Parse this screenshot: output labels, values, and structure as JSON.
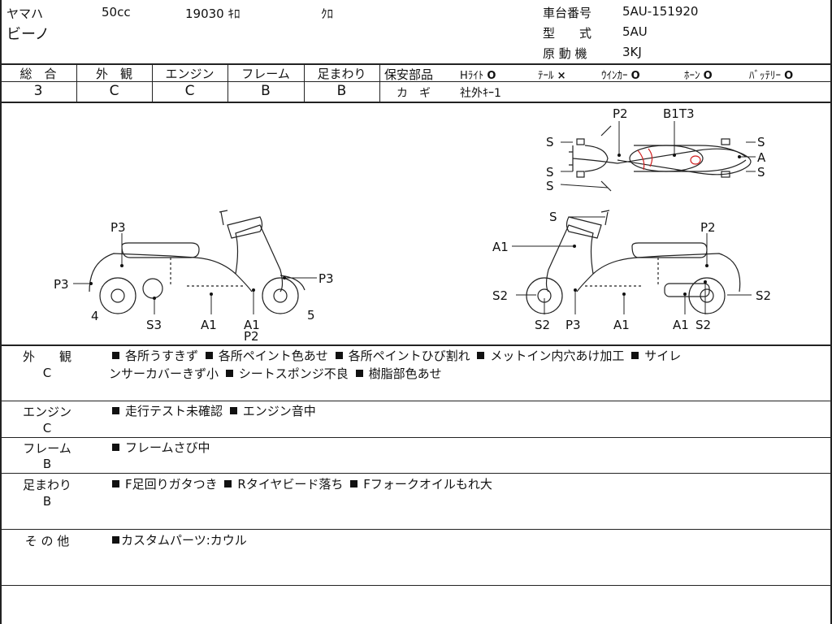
{
  "header": {
    "maker": "ヤマハ",
    "cc": "50cc",
    "mileage": "19030 ｷﾛ",
    "color": "ｸﾛ",
    "model": "ビーノ",
    "frame_no_label": "車台番号",
    "frame_no": "5AU-151920",
    "type_label": "型　　式",
    "type": "5AU",
    "engine_label": "原 動 機",
    "engine": "3KJ"
  },
  "grades": [
    {
      "label": "総　合",
      "value": "3"
    },
    {
      "label": "外　観",
      "value": "C"
    },
    {
      "label": "エンジン",
      "value": "C"
    },
    {
      "label": "フレーム",
      "value": "B"
    },
    {
      "label": "足まわり",
      "value": "B"
    }
  ],
  "safety": {
    "label": "保安部品",
    "items": [
      {
        "name": "Hﾗｲﾄ",
        "mark": "O"
      },
      {
        "name": "ﾃｰﾙ",
        "mark": "×"
      },
      {
        "name": "ｳｲﾝｶｰ",
        "mark": "O"
      },
      {
        "name": "ﾎｰﾝ",
        "mark": "O"
      },
      {
        "name": "ﾊﾞｯﾃﾘｰ",
        "mark": "O"
      }
    ],
    "key_label": "カ　ギ",
    "key_value": "社外ｷｰ1"
  },
  "diagram_labels": {
    "top": {
      "p2": "P2",
      "b1t3": "B1T3",
      "s1": "S",
      "s2": "S",
      "s3": "S",
      "s4": "S",
      "s5": "S",
      "a": "A"
    },
    "left": {
      "p3a": "P3",
      "p3b": "P3",
      "p3c": "P3",
      "n4": "4",
      "n5": "5",
      "s3": "S3",
      "a1a": "A1",
      "a1b": "A1",
      "p2": "P2"
    },
    "right": {
      "s": "S",
      "a1": "A1",
      "p2": "P2",
      "s2a": "S2",
      "s2b": "S2",
      "p3": "P3",
      "a1b": "A1",
      "a1c": "A1",
      "s2c": "S2",
      "s2d": "S2"
    }
  },
  "sections": [
    {
      "label": "外　　観",
      "grade": "C",
      "lines": [
        "各所うすきず",
        "各所ペイント色あせ",
        "各所ペイントひび割れ",
        "メットイン内穴あけ加工",
        "サイレ"
      ],
      "line2": "ンサーカバーきず小",
      "line2b": [
        "シートスポンジ不良",
        "樹脂部色あせ"
      ]
    },
    {
      "label": "エンジン",
      "grade": "C",
      "lines": [
        "走行テスト未確認",
        "エンジン音中"
      ]
    },
    {
      "label": "フレーム",
      "grade": "B",
      "lines": [
        "フレームさび中"
      ]
    },
    {
      "label": "足まわり",
      "grade": "B",
      "lines": [
        "F足回りガタつき",
        "Rタイヤビード落ち",
        "Fフォークオイルもれ大"
      ]
    },
    {
      "label": "そ の 他",
      "grade": "",
      "lines": [
        "カスタムパーツ:カウル"
      ]
    }
  ]
}
